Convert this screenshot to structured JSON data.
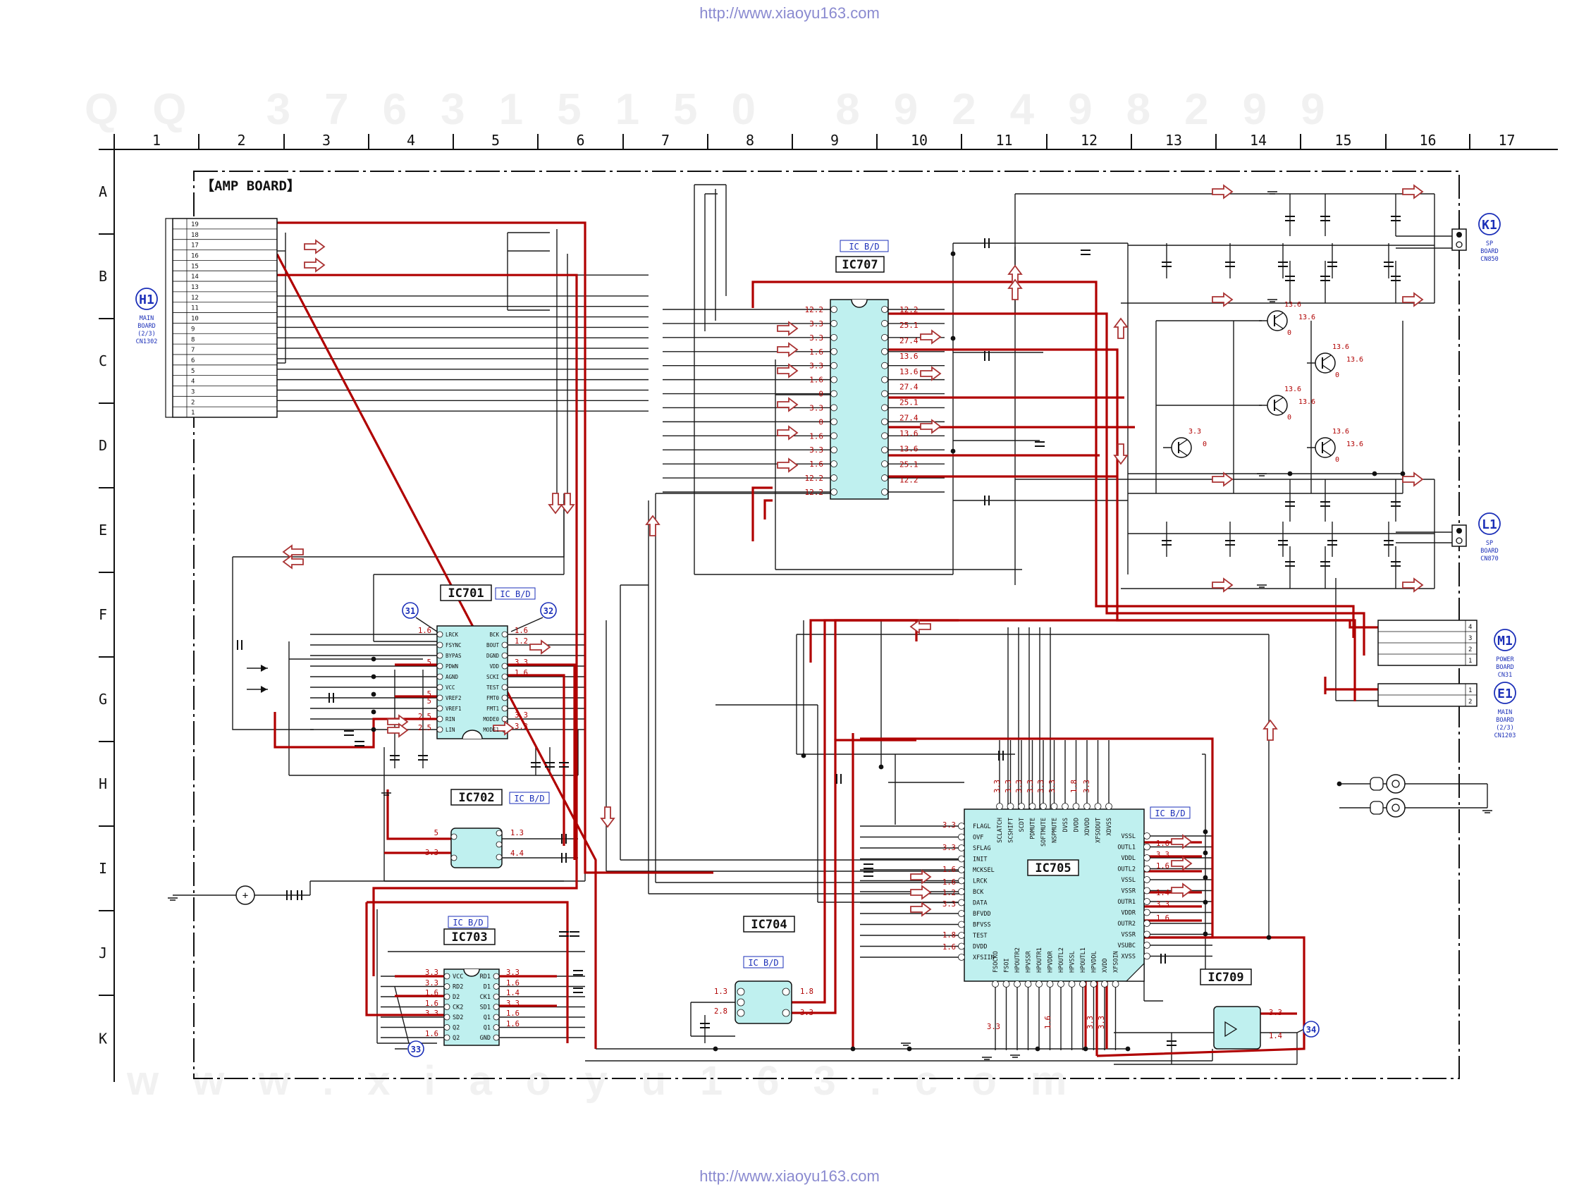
{
  "url_top": "http://www.xiaoyu163.com",
  "url_bottom": "http://www.xiaoyu163.com",
  "watermark_top": "QQ 376315150  892498299",
  "watermark_bottom": "www.xiaoyu163.com",
  "columns": [
    "1",
    "2",
    "3",
    "4",
    "5",
    "6",
    "7",
    "8",
    "9",
    "10",
    "11",
    "12",
    "13",
    "14",
    "15",
    "16",
    "17"
  ],
  "rows": [
    "A",
    "B",
    "C",
    "D",
    "E",
    "F",
    "G",
    "H",
    "I",
    "J",
    "K"
  ],
  "board_title": "【AMP BOARD】",
  "connectors": {
    "H1": {
      "ref": "H1",
      "lines": [
        "MAIN",
        "BOARD",
        "(2/3)",
        "CN1302"
      ]
    },
    "K1": {
      "ref": "K1",
      "lines": [
        "SP",
        "BOARD",
        "CN850"
      ]
    },
    "L1": {
      "ref": "L1",
      "lines": [
        "SP",
        "BOARD",
        "CN870"
      ]
    },
    "M1": {
      "ref": "M1",
      "lines": [
        "POWER",
        "BOARD",
        "CN31"
      ]
    },
    "E1": {
      "ref": "E1",
      "lines": [
        "MAIN",
        "BOARD",
        "(2/3)",
        "CN1203"
      ]
    }
  },
  "h1_pins": [
    "19",
    "18",
    "17",
    "16",
    "15",
    "14",
    "13",
    "12",
    "11",
    "10",
    "9",
    "8",
    "7",
    "6",
    "5",
    "4",
    "3",
    "2",
    "1"
  ],
  "m1_pins": [
    "4",
    "3",
    "2",
    "1"
  ],
  "e1_pins": [
    "1",
    "2"
  ],
  "ics": {
    "ic707": "IC707",
    "ic701": "IC701",
    "ic702": "IC702",
    "ic703": "IC703",
    "ic704": "IC704",
    "ic705": "IC705",
    "ic709": "IC709",
    "icbd": "IC B/D"
  },
  "ic701_left": [
    "LRCK",
    "FSYNC",
    "BYPAS",
    "PDWN",
    "AGND",
    "VCC",
    "VREF2",
    "VREF1",
    "RIN",
    "LIN"
  ],
  "ic701_right": [
    "BCK",
    "BOUT",
    "DGND",
    "VDD",
    "SCKI",
    "TEST",
    "FMT0",
    "FMT1",
    "MODE0",
    "MODE1"
  ],
  "ic703_left": [
    "VCC",
    "RD2",
    "D2",
    "CK2",
    "SD2",
    "Q2",
    "Q2"
  ],
  "ic703_right": [
    "RD1",
    "D1",
    "CK1",
    "SD1",
    "Q1",
    "Q1",
    "GND"
  ],
  "ic705_left": [
    "FLAGL",
    "OVF",
    "SFLAG",
    "INIT",
    "MCKSEL",
    "LRCK",
    "BCK",
    "DATA",
    "BFVDD",
    "BFVSS",
    "TEST",
    "DVDD",
    "XFSIIN"
  ],
  "ic705_top": [
    "SCLATCH",
    "SCSHIFT",
    "SCDT",
    "PDMUTE",
    "SOFTMUTE",
    "NSPMUTE",
    "DVSS",
    "DVDD",
    "XDVDD",
    "XFSODUT",
    "XDVSS"
  ],
  "ic705_right": [
    "VSSL",
    "OUTL1",
    "VDDL",
    "OUTL2",
    "VSSL",
    "VSSR",
    "OUTR1",
    "VDDR",
    "OUTR2",
    "VSSR",
    "VSUBC",
    "XVSS"
  ],
  "ic705_bottom": [
    "FSOCKO",
    "FSOI",
    "HPOUTR2",
    "HPVSSR",
    "HPOUTR1",
    "HPVDDR",
    "HPOUTL2",
    "HPVSSL",
    "HPOUTL1",
    "HPVDDL",
    "XVDD",
    "XFSOIN"
  ],
  "voltages": {
    "ic707_left": [
      "12.2",
      "3.3",
      "3.3",
      "1.6",
      "3.3",
      "1.6",
      "0",
      "3.3",
      "0",
      "1.6",
      "3.3",
      "1.6",
      "12.2",
      "12.2"
    ],
    "ic707_right": [
      "12.2",
      "25.1",
      "27.4",
      "13.6",
      "13.6",
      "27.4",
      "25.1",
      "27.4",
      "13.6",
      "13.6",
      "25.1",
      "12.2"
    ],
    "ic701_left": [
      "1.6",
      "5",
      "5",
      "5",
      "2.5",
      "2.5"
    ],
    "ic701_right": [
      "1.6",
      "1.2",
      "3.3",
      "1.6",
      "3.3",
      "3.3"
    ],
    "ic702": [
      "5",
      "3.3",
      "1.3",
      "4.4"
    ],
    "ic703_left": [
      "3.3",
      "3.3",
      "1.6",
      "1.6",
      "3.3",
      "1.6"
    ],
    "ic703_right": [
      "3.3",
      "1.6",
      "1.4",
      "3.3",
      "1.6",
      "1.6"
    ],
    "ic704": [
      "1.3",
      "2.8",
      "1.8",
      "3.3"
    ],
    "ic705_left": [
      "3.3",
      "3.3",
      "1.6",
      "1.6",
      "1.2",
      "3.3",
      "1.8",
      "1.6"
    ],
    "ic705_top": [
      "3.3",
      "3.3",
      "3.3",
      "3.3",
      "3.3",
      "3.3",
      "1.8",
      "3.3"
    ],
    "ic705_right": [
      "1.6",
      "3.3",
      "1.6",
      "1.4",
      "3.3",
      "1.6"
    ],
    "ic705_bottom": [
      "3.3",
      "1.6",
      "3.3",
      "3.3"
    ],
    "ic709": [
      "3.3",
      "1.4"
    ],
    "tr_q1": [
      "13.6",
      "13.6",
      "0"
    ],
    "tr_q2": [
      "13.6",
      "13.6",
      "0"
    ],
    "tr_q3": [
      "13.6",
      "13.6",
      "0"
    ],
    "tr_q4": [
      "13.6",
      "13.6",
      "0"
    ],
    "tr_q5": [
      "3.3",
      "0"
    ]
  },
  "waveforms": [
    "31",
    "32",
    "33",
    "34"
  ],
  "colors": {
    "signal": "#b00000",
    "wire": "#1a1a1a",
    "ic": "#bff0ef",
    "blue": "#1b2fb8",
    "arrow": "#a33"
  }
}
